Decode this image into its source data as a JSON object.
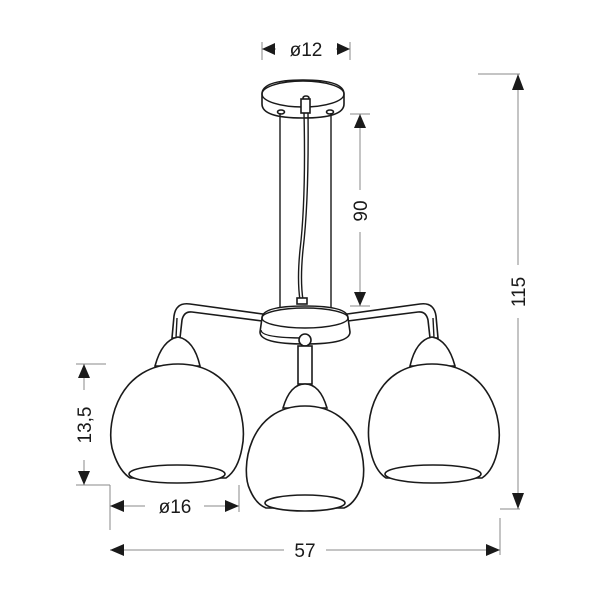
{
  "drawing": {
    "title": "3-arm pendant lamp dimension drawing",
    "units": "cm",
    "line_color": "#1a1a1a",
    "dim_line_color": "#8a8a8a",
    "background": "#ffffff"
  },
  "dimensions": {
    "canopy_diameter": {
      "label": "ø12",
      "value": 12
    },
    "rod_length": {
      "label": "90",
      "value": 90
    },
    "total_height": {
      "label": "115",
      "value": 115
    },
    "shade_height": {
      "label": "13,5",
      "value": 13.5
    },
    "shade_diameter": {
      "label": "ø16",
      "value": 16
    },
    "total_width": {
      "label": "57",
      "value": 57
    }
  },
  "components": {
    "canopy": "ceiling-canopy",
    "suspension": "two-rods-with-cable",
    "hub": "central-hub",
    "arms": 3,
    "shades": 3
  }
}
